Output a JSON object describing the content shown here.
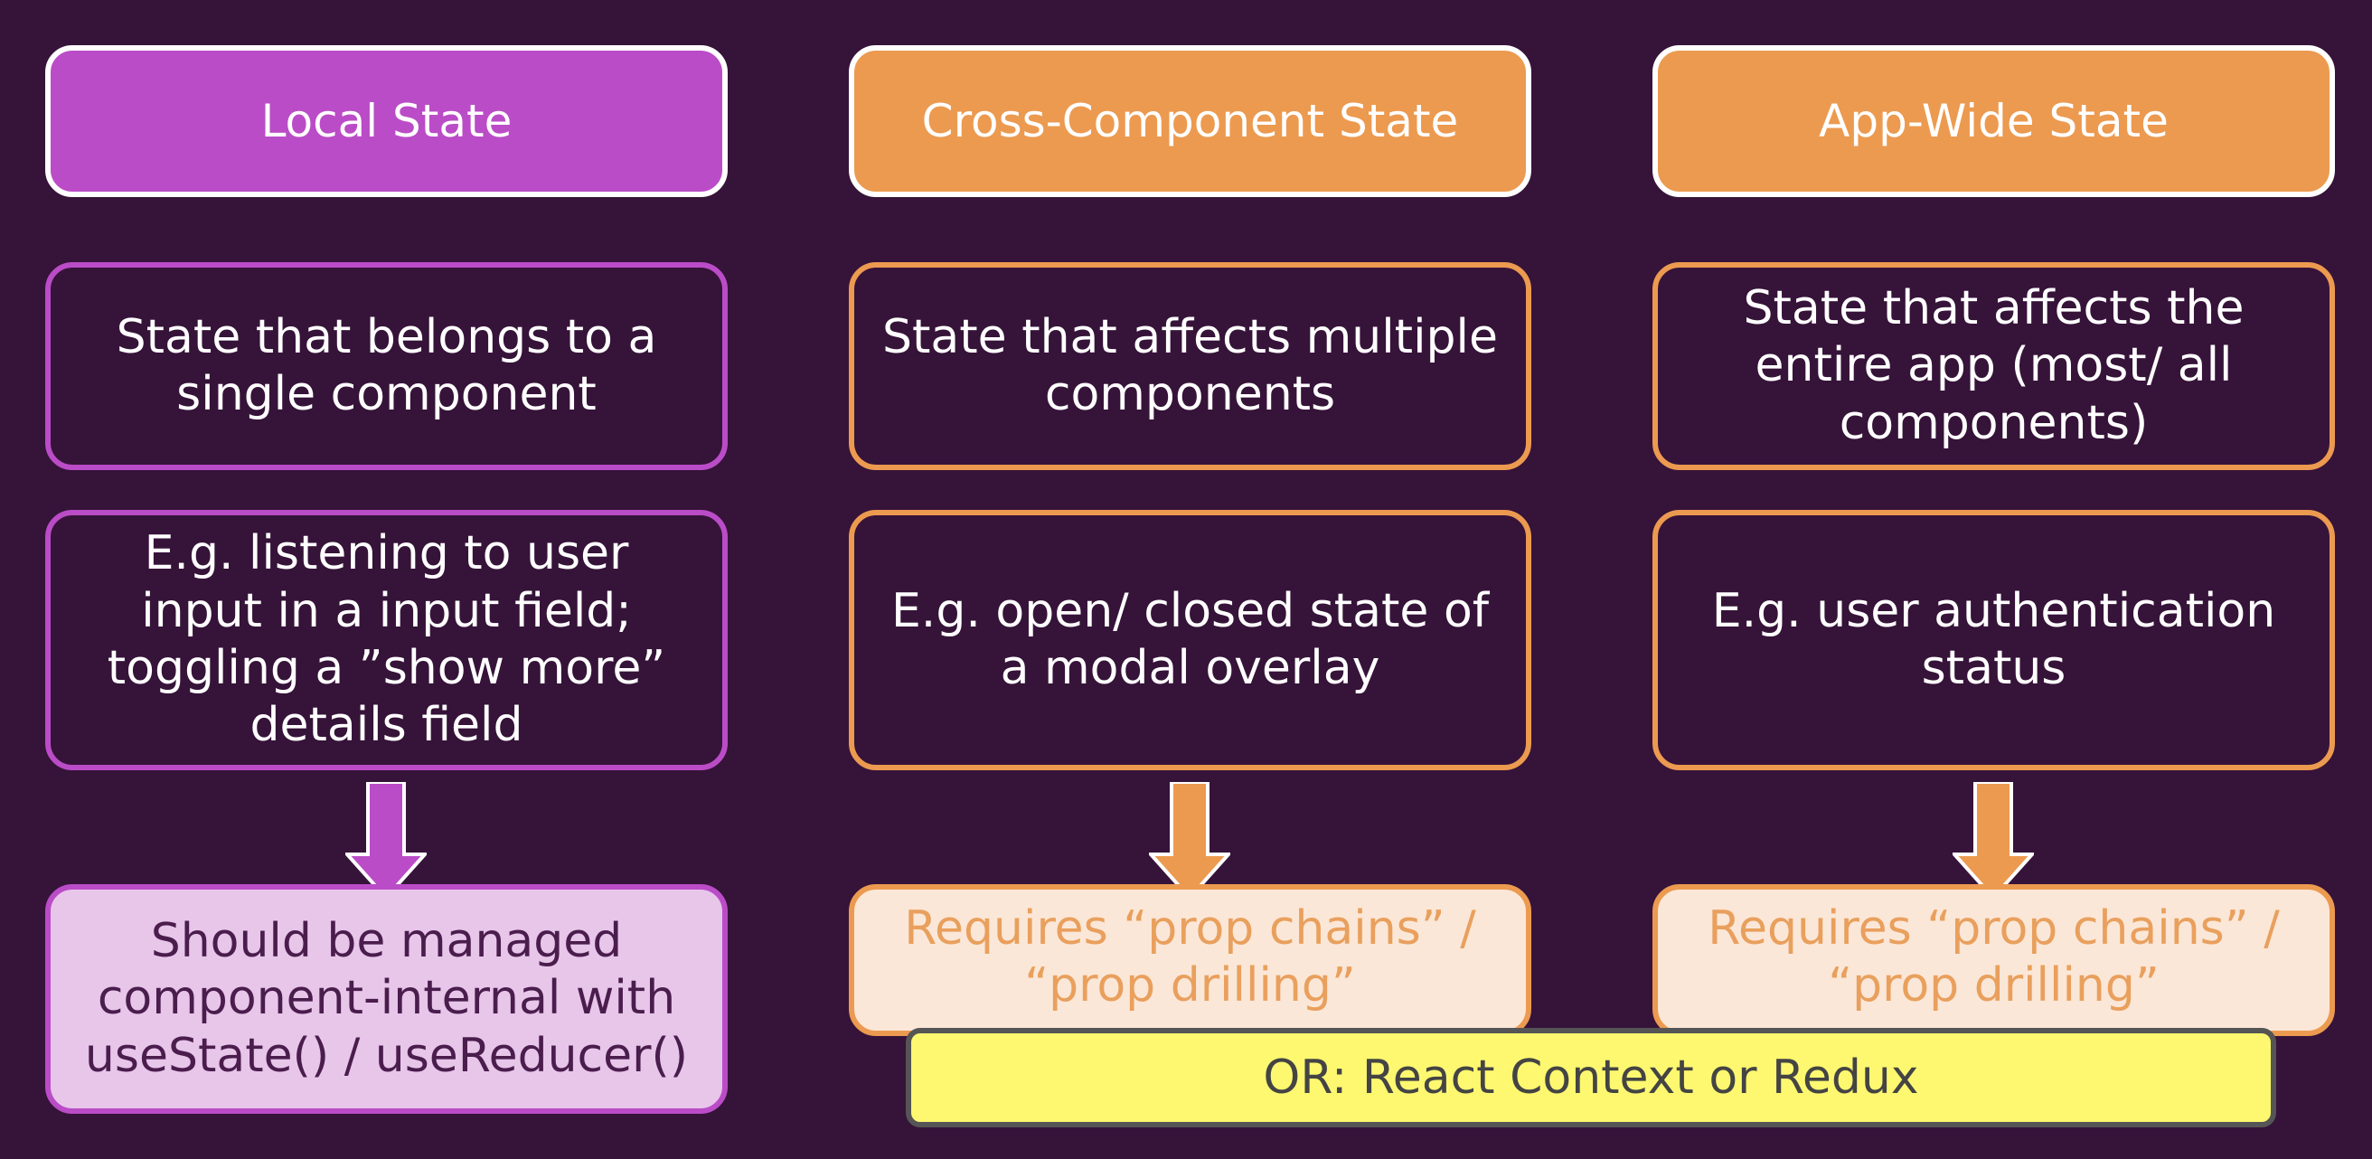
{
  "columns": [
    {
      "header": "Local State",
      "description": "State that belongs to a single component",
      "example": "E.g. listening to user input in a input field; toggling a ”show more” details field",
      "result": "Should be managed component-internal with useState() / useReducer()",
      "color": "#bb4cc7"
    },
    {
      "header": "Cross-Component State",
      "description": "State that affects multiple components",
      "example": "E.g. open/ closed state of a modal overlay",
      "result": "Requires “prop chains” / “prop drilling”",
      "color": "#ec9a50"
    },
    {
      "header": "App-Wide State",
      "description": "State that affects the entire app (most/ all components)",
      "example": "E.g. user authentication status",
      "result": "Requires “prop chains” / “prop drilling”",
      "color": "#ec9a50"
    }
  ],
  "overlay": "OR: React Context or Redux",
  "colors": {
    "background": "#361339",
    "purple": "#bb4cc7",
    "orange": "#ec9a50",
    "highlight": "#fef870"
  }
}
